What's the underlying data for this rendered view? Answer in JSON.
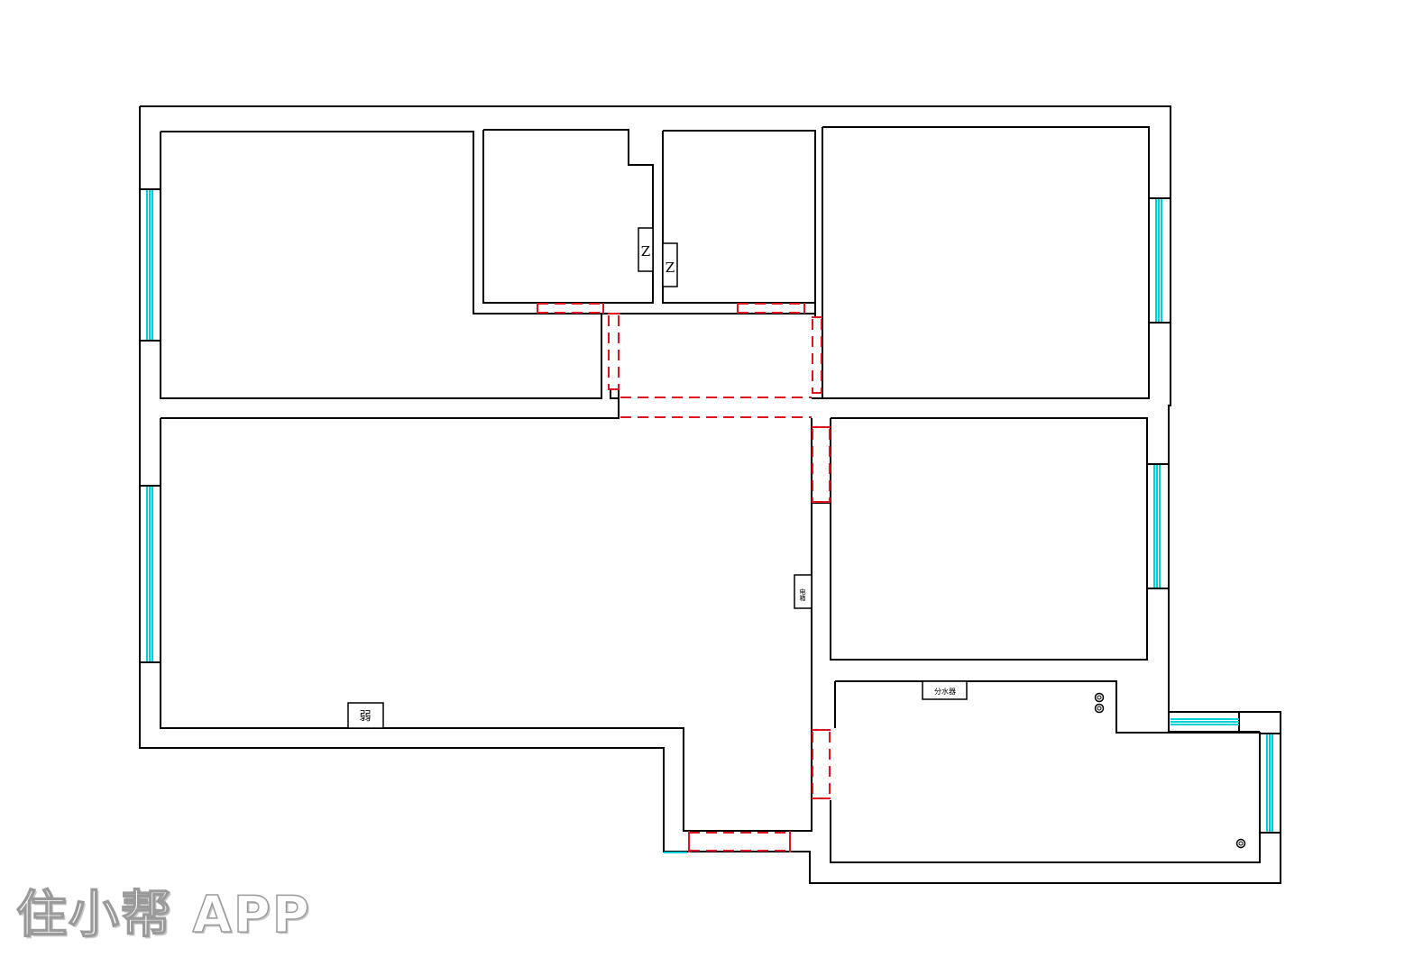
{
  "colors": {
    "wall": "#000000",
    "door_opening": "#e0141e",
    "window_glass": "#00d0dc",
    "background": "#ffffff"
  },
  "fixtures": {
    "shaft_1": "Z",
    "shaft_2": "Z",
    "weak_current_box": "弱",
    "electrical_box": "电箱",
    "water_manifold": "分水器"
  },
  "watermark": "住小帮 APP"
}
